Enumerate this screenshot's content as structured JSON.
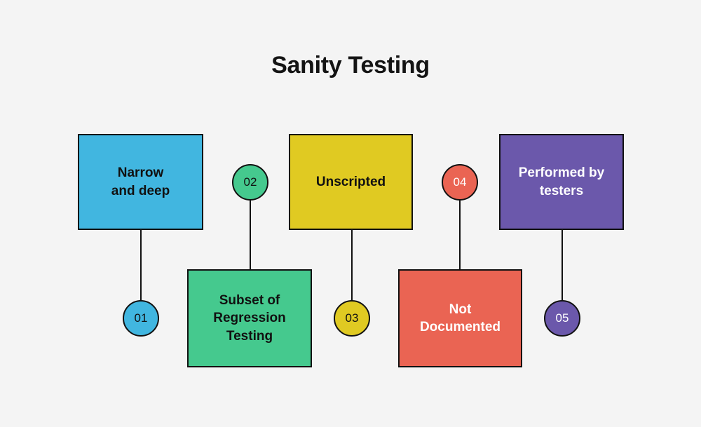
{
  "diagram": {
    "title": "Sanity Testing",
    "background_color": "#f4f4f4",
    "title_color": "#141414",
    "border_color": "#111111",
    "type": "numbered-feature-callout-diagram",
    "steps": [
      {
        "number": "01",
        "label": "Narrow\nand deep",
        "label_line_1": "Narrow",
        "label_line_2": "and deep",
        "box_color": "#41b6e0",
        "circle_color": "#41b6e0",
        "box_text_color": "#111111",
        "circle_text_color": "#111111",
        "position": "top"
      },
      {
        "number": "02",
        "label": "Subset of\nRegression\nTesting",
        "label_line_1": "Subset of",
        "label_line_2": "Regression",
        "label_line_3": "Testing",
        "box_color": "#45c98e",
        "circle_color": "#45c98e",
        "box_text_color": "#111111",
        "circle_text_color": "#111111",
        "position": "bottom"
      },
      {
        "number": "03",
        "label": "Unscripted",
        "label_line_1": "Unscripted",
        "box_color": "#e0ca22",
        "circle_color": "#e0ca22",
        "box_text_color": "#111111",
        "circle_text_color": "#111111",
        "position": "top"
      },
      {
        "number": "04",
        "label": "Not\nDocumented",
        "label_line_1": "Not",
        "label_line_2": "Documented",
        "box_color": "#ea6453",
        "circle_color": "#ea6453",
        "box_text_color": "#ffffff",
        "circle_text_color": "#ffffff",
        "position": "bottom"
      },
      {
        "number": "05",
        "label": "Performed by\ntesters",
        "label_line_1": "Performed by",
        "label_line_2": "testers",
        "box_color": "#6b58ab",
        "circle_color": "#6b58ab",
        "box_text_color": "#ffffff",
        "circle_text_color": "#ffffff",
        "position": "top"
      }
    ]
  }
}
